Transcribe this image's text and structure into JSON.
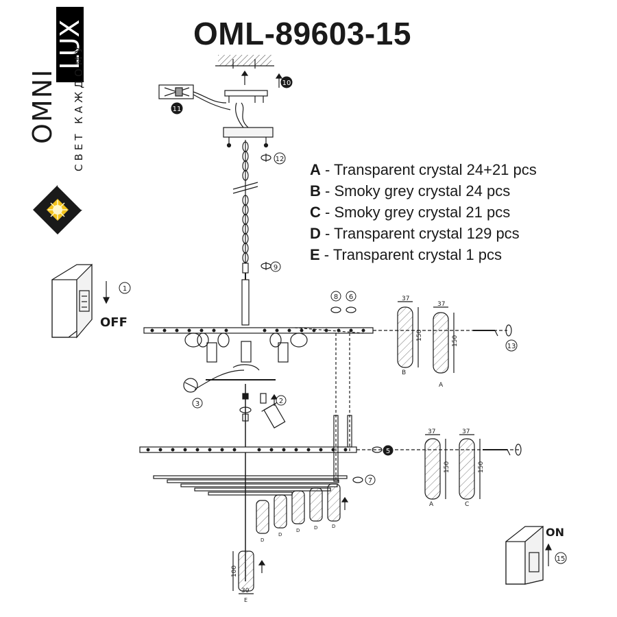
{
  "title": "OML-89603-15",
  "brand": {
    "omni": "OMNI",
    "lux": "LUX",
    "slogan": "СВЕТ КАЖДОМУ"
  },
  "legend": [
    {
      "key": "A",
      "text": " - Transparent crystal 24+21 pcs"
    },
    {
      "key": "B",
      "text": " - Smoky grey crystal 24 pcs"
    },
    {
      "key": "C",
      "text": " - Smoky grey crystal 21 pcs"
    },
    {
      "key": "D",
      "text": " - Transparent crystal 129 pcs"
    },
    {
      "key": "E",
      "text": " - Transparent crystal 1 pcs"
    }
  ],
  "switch_off": "OFF",
  "switch_on": "ON",
  "steps": [
    "1",
    "2",
    "3",
    "5",
    "6",
    "7",
    "8",
    "9",
    "10",
    "11",
    "12",
    "13",
    "15"
  ],
  "crystals": {
    "B": {
      "label": "B",
      "width": "37",
      "height": "150"
    },
    "A1": {
      "label": "A",
      "width": "37",
      "height": "150"
    },
    "A2": {
      "label": "A",
      "width": "37",
      "height": "150"
    },
    "C": {
      "label": "C",
      "width": "37",
      "height": "150"
    },
    "D": "D",
    "E": {
      "label": "E",
      "width": "30",
      "height": "100"
    }
  },
  "colors": {
    "ink": "#1a1a1a",
    "logo_gold": "#f2c21b",
    "background": "#ffffff"
  }
}
